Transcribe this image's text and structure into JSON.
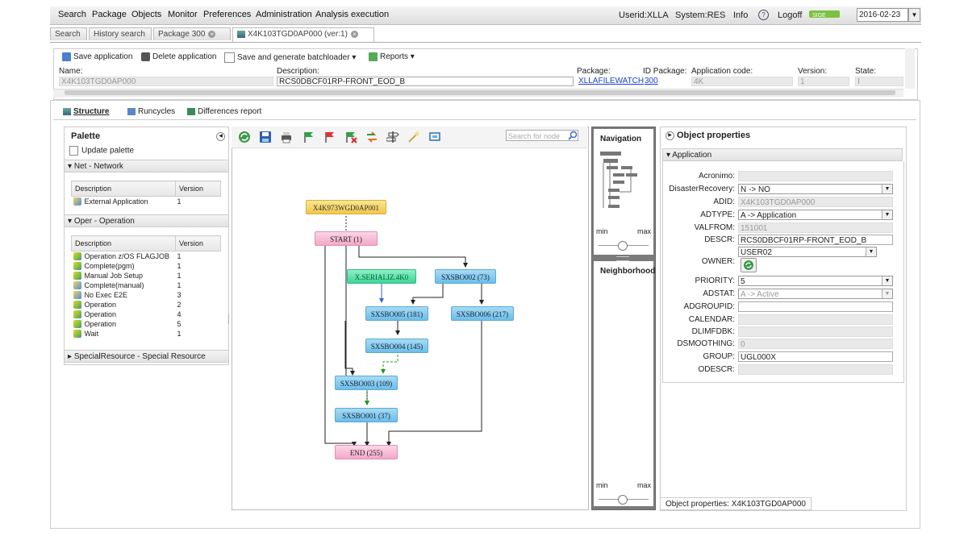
{
  "menu": {
    "items": [
      "Search",
      "Package",
      "Objects",
      "Monitor",
      "Preferences",
      "Administration",
      "Analysis execution"
    ],
    "userid": "Userid:XLLA",
    "system": "System:RES",
    "info": "Info",
    "logoff": "Logoff",
    "date": "2016-02-23"
  },
  "tabs": [
    {
      "label": "Search"
    },
    {
      "label": "History search"
    },
    {
      "label": "Package 300"
    },
    {
      "label": "X4K103TGD0AP000 (ver:1)"
    }
  ],
  "toolbar": {
    "save": "Save application",
    "delete": "Delete application",
    "batch": "Save and generate batchloader",
    "reports": "Reports"
  },
  "header": {
    "name_label": "Name:",
    "name_value": "X4K103TGD0AP000",
    "desc_label": "Description:",
    "desc_value": "RCS0DBCF01RP-FRONT_EOD_B",
    "package_label": "Package:",
    "package_value": "XLLAFILEWATCH",
    "idpackage_label": "ID Package:",
    "idpackage_value": "300",
    "appcode_label": "Application code:",
    "appcode_value": "4K",
    "version_label": "Version:",
    "version_value": "1",
    "state_label": "State:",
    "state_value": "I"
  },
  "subtabs": {
    "structure": "Structure",
    "runcycles": "Runcycles",
    "differences": "Differences report"
  },
  "palette": {
    "title": "Palette",
    "update": "Update palette",
    "net_section": "Net - Network",
    "oper_section": "Oper - Operation",
    "special_section": "SpecialResource - Special Resource",
    "col_desc": "Description",
    "col_version": "Version",
    "net_rows": [
      {
        "desc": "External Application",
        "version": "1"
      }
    ],
    "oper_rows": [
      {
        "desc": "Operation z/OS FLAGJOB",
        "version": "1"
      },
      {
        "desc": "Complete(pgm)",
        "version": "1"
      },
      {
        "desc": "Manual Job Setup",
        "version": "1"
      },
      {
        "desc": "Complete(manual)",
        "version": "1"
      },
      {
        "desc": "No Exec E2E",
        "version": "3"
      },
      {
        "desc": "Operation",
        "version": "2"
      },
      {
        "desc": "Operation",
        "version": "4"
      },
      {
        "desc": "Operation",
        "version": "5"
      },
      {
        "desc": "Wait",
        "version": "1"
      }
    ]
  },
  "canvas": {
    "search_placeholder": "Search for node",
    "nodes": {
      "ext": "X4K973WGD0AP001",
      "start": "START (1)",
      "serializ": "X.SERIALIZ.4K0",
      "sx002": "SXSBO002 (73)",
      "sx005": "SXSBO005 (181)",
      "sx006": "SXSBO006 (217)",
      "sx004": "SXSBO004 (145)",
      "sx003": "SXSBO003 (109)",
      "sx001": "SXSBO001 (37)",
      "end": "END (255)"
    }
  },
  "navigation": {
    "title": "Navigation",
    "min": "min",
    "max": "max",
    "neighborhood": "Neighborhood",
    "min2": "min",
    "max2": "max"
  },
  "properties": {
    "title": "Object properties",
    "section": "Application",
    "fields": {
      "acronimo": {
        "label": "Acronimo:",
        "value": ""
      },
      "disaster": {
        "label": "DisasterRecovery:",
        "value": "N -> NO"
      },
      "adid": {
        "label": "ADID:",
        "value": "X4K103TGD0AP000"
      },
      "adtype": {
        "label": "ADTYPE:",
        "value": "A -> Application"
      },
      "valfrom": {
        "label": "VALFROM:",
        "value": "151001"
      },
      "descr": {
        "label": "DESCR:",
        "value": "RCS0DBCF01RP-FRONT_EOD_B"
      },
      "owner": {
        "label": "OWNER:",
        "value": "USER02"
      },
      "priority": {
        "label": "PRIORITY:",
        "value": "5"
      },
      "adstat": {
        "label": "ADSTAT:",
        "value": "A -> Active"
      },
      "adgroupid": {
        "label": "ADGROUPID:",
        "value": ""
      },
      "calendar": {
        "label": "CALENDAR:",
        "value": ""
      },
      "dlimfdbk": {
        "label": "DLIMFDBK:",
        "value": ""
      },
      "dsmoothing": {
        "label": "DSMOOTHING:",
        "value": "0"
      },
      "group": {
        "label": "GROUP:",
        "value": "UGL000X"
      },
      "odescr": {
        "label": "ODESCR:",
        "value": ""
      }
    },
    "footer": "Object properties: X4K103TGD0AP000"
  }
}
